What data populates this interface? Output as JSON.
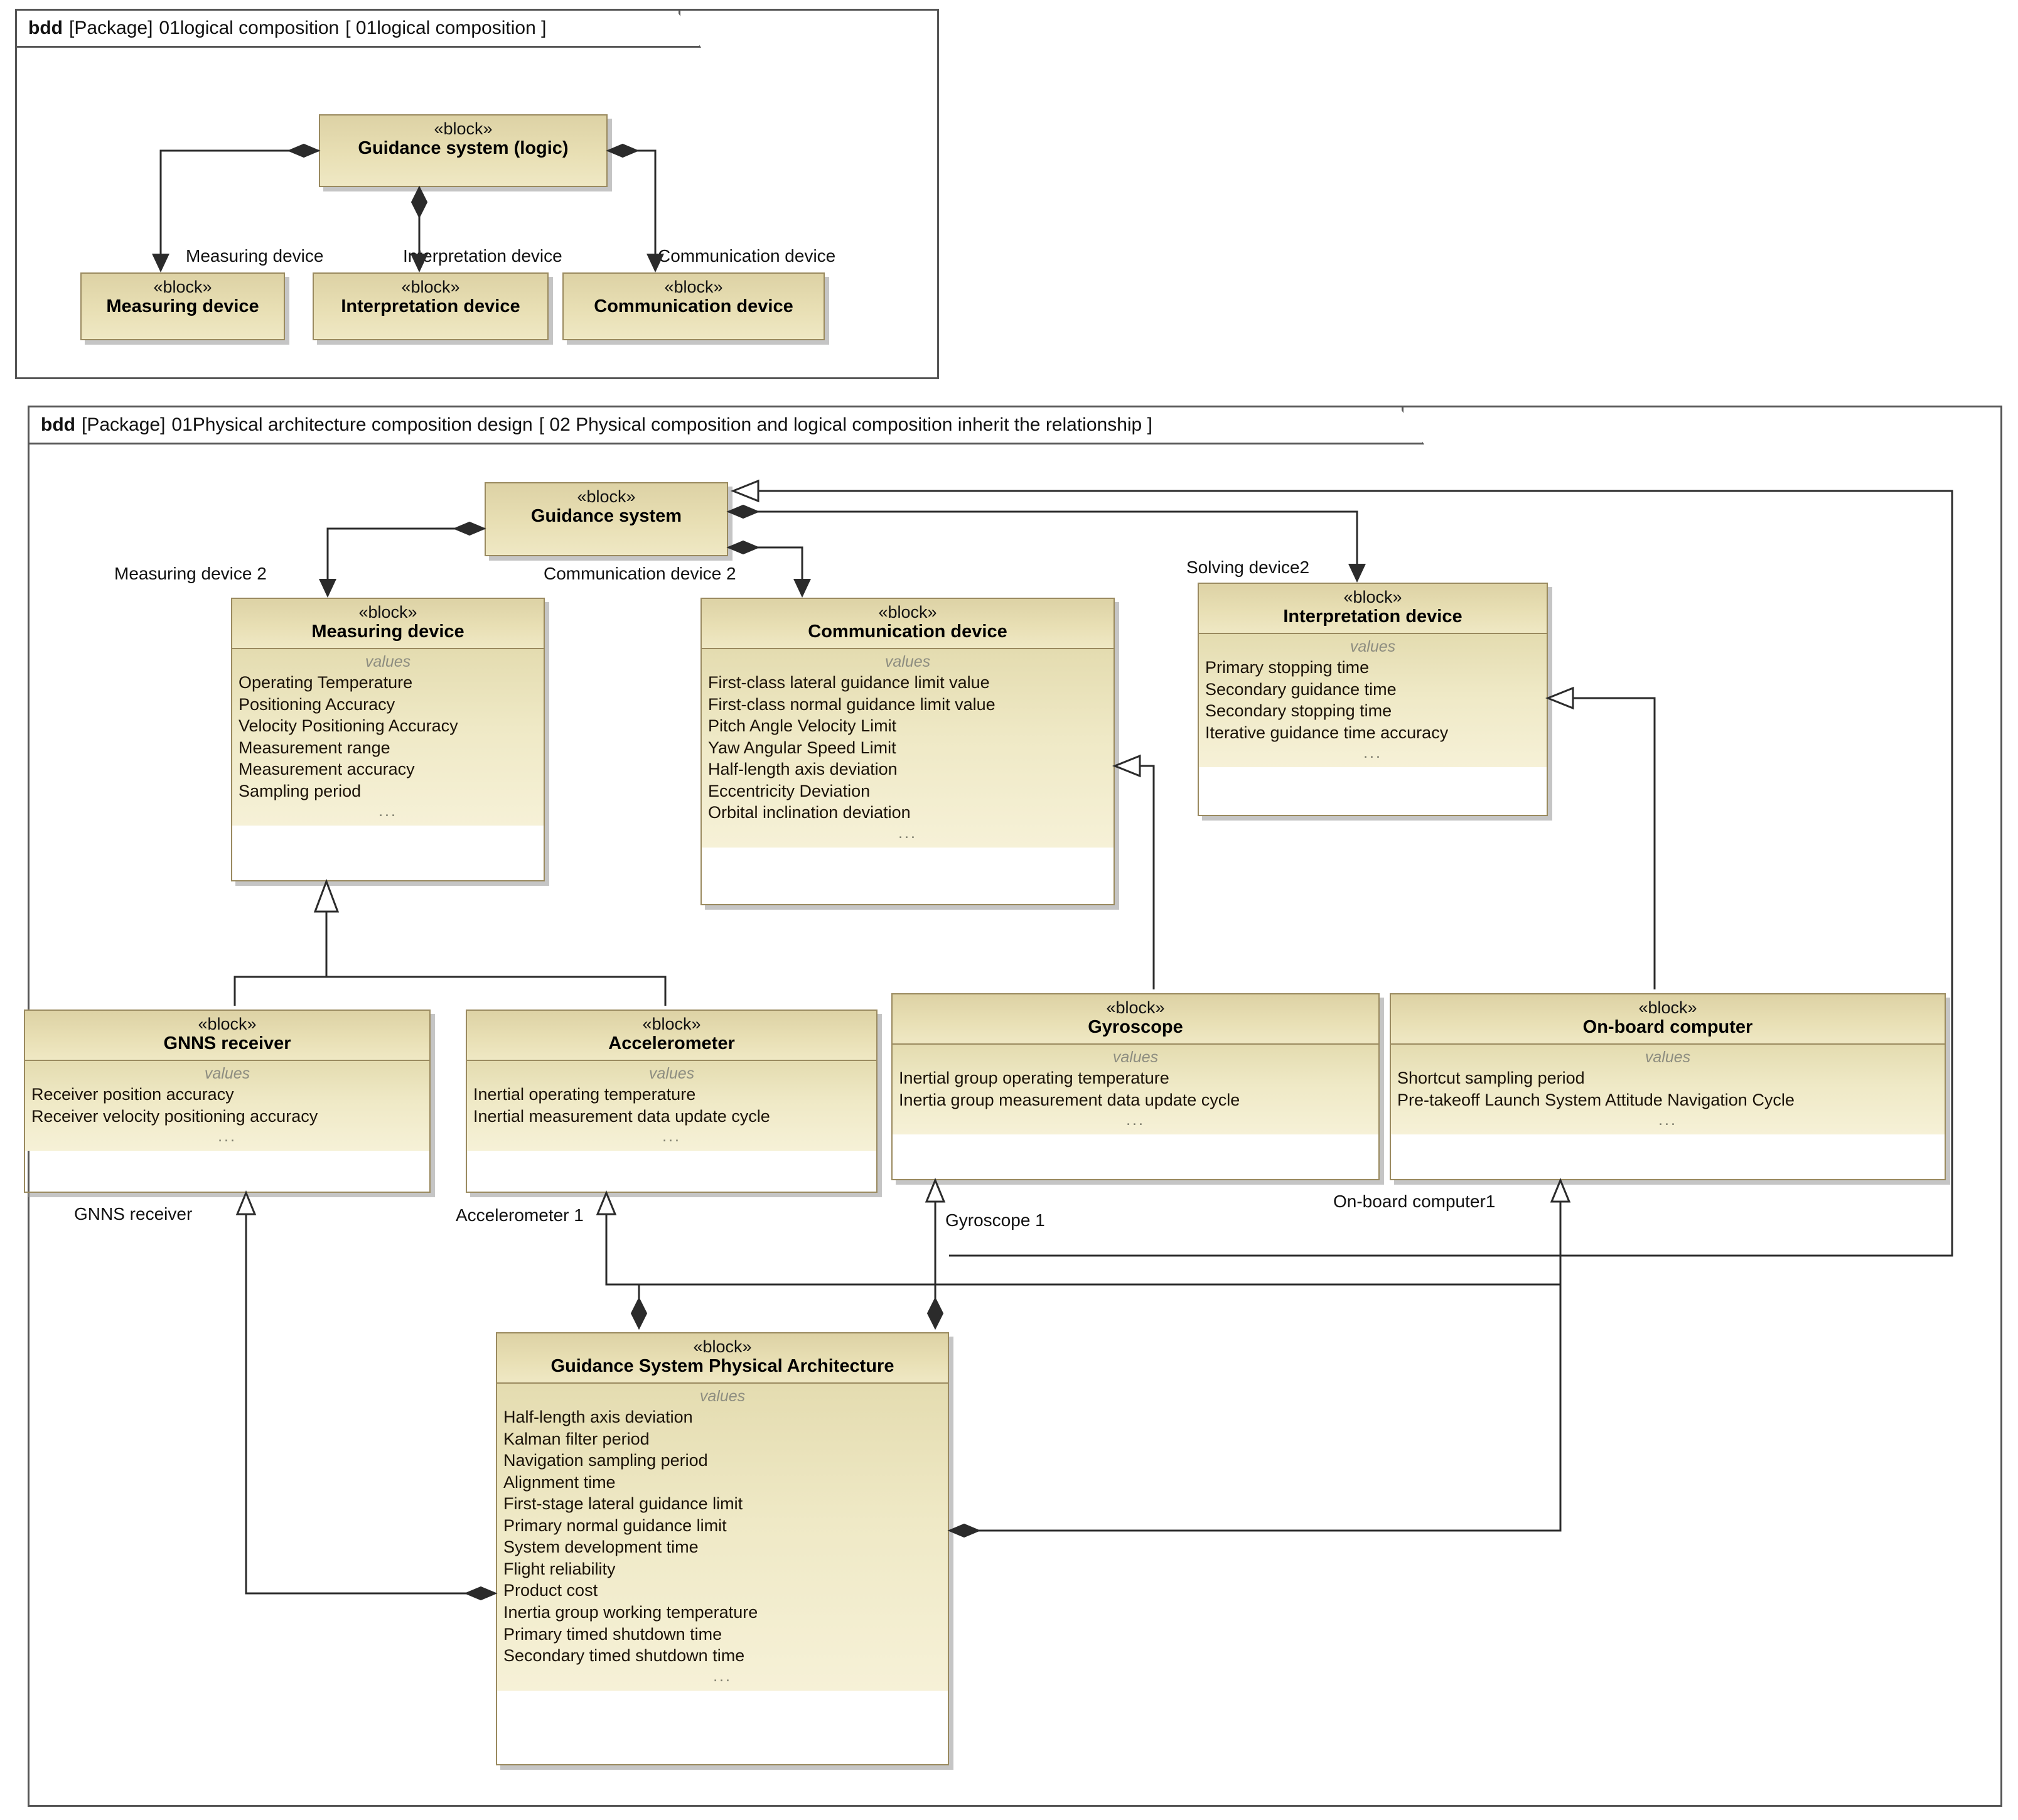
{
  "packages": [
    {
      "kind": "bdd",
      "prefix": "[Package]",
      "name": "01logical composition",
      "frame": "[ 01logical composition ]"
    },
    {
      "kind": "bdd",
      "prefix": "[Package]",
      "name": "01Physical architecture composition design",
      "frame": "[ 02 Physical composition and logical composition inherit the relationship ]"
    }
  ],
  "stereotype": "«block»",
  "values_caption": "values",
  "ellipsis": "...",
  "logical": {
    "blocks": {
      "guidance_system_logic": {
        "name": "Guidance system (logic)"
      },
      "measuring_device": {
        "name": "Measuring device"
      },
      "interpretation_device": {
        "name": "Interpretation device"
      },
      "communication_device": {
        "name": "Communication device"
      }
    },
    "edge_labels": {
      "measuring": "Measuring device",
      "interpretation": "Interpretation device",
      "communication": "Communication device"
    }
  },
  "physical": {
    "blocks": {
      "guidance_system": {
        "name": "Guidance system",
        "values": []
      },
      "measuring_device": {
        "name": "Measuring device",
        "values": [
          "Operating Temperature",
          "Positioning Accuracy",
          "Velocity Positioning Accuracy",
          "Measurement range",
          "Measurement accuracy",
          "Sampling period"
        ]
      },
      "communication_device": {
        "name": "Communication device",
        "values": [
          "First-class lateral guidance limit value",
          "First-class normal guidance limit value",
          "Pitch Angle Velocity Limit",
          "Yaw Angular Speed Limit",
          "Half-length axis deviation",
          "Eccentricity Deviation",
          "Orbital inclination deviation"
        ]
      },
      "interpretation_device": {
        "name": "Interpretation device",
        "values": [
          "Primary stopping time",
          "Secondary guidance time",
          "Secondary stopping time",
          "Iterative guidance time accuracy"
        ]
      },
      "gnns_receiver": {
        "name": "GNNS receiver",
        "values": [
          "Receiver position accuracy",
          "Receiver velocity positioning accuracy"
        ]
      },
      "accelerometer": {
        "name": "Accelerometer",
        "values": [
          "Inertial operating temperature",
          "Inertial measurement data update cycle"
        ]
      },
      "gyroscope": {
        "name": "Gyroscope",
        "values": [
          "Inertial group operating temperature",
          "Inertia group measurement data update cycle"
        ]
      },
      "onboard_computer": {
        "name": "On-board computer",
        "values": [
          "Shortcut sampling period",
          "Pre-takeoff Launch System Attitude Navigation Cycle"
        ]
      },
      "physical_architecture": {
        "name": "Guidance System Physical Architecture",
        "values": [
          "Half-length axis deviation",
          "Kalman filter period",
          "Navigation sampling period",
          "Alignment time",
          "First-stage lateral guidance limit",
          "Primary normal guidance limit",
          "System development time",
          "Flight reliability",
          "Product cost",
          "Inertia group working temperature",
          "Primary timed shutdown time",
          "Secondary timed shutdown time"
        ]
      }
    },
    "edge_labels": {
      "measuring_device_2": "Measuring device 2",
      "communication_device_2": "Communication device 2",
      "solving_device_2": "Solving device2",
      "gnns_receiver_1": "GNNS receiver",
      "accelerometer_1": "Accelerometer 1",
      "gyroscope_1": "Gyroscope 1",
      "onboard_computer_1": "On-board computer1"
    }
  },
  "colors": {
    "block_fill_top": "#ddd2a5",
    "block_fill_bottom": "#f6f1d7",
    "block_border": "#9a8a5f",
    "line": "#2b2b2b",
    "frame": "#555555"
  }
}
